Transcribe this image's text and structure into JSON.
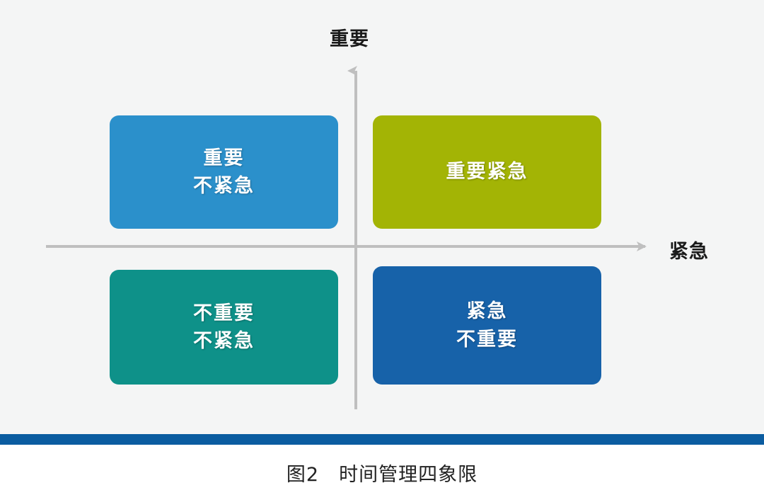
{
  "figure": {
    "background_color": "#f4f5f5",
    "caption": "图2　时间管理四象限",
    "divider_color": "#0b5ca0"
  },
  "axes": {
    "line_color": "#bfbfbf",
    "vertical_label": "重要",
    "horizontal_label": "紧急",
    "vertical_icon": "arrow-up-icon",
    "horizontal_icon": "arrow-right-icon"
  },
  "quadrants": [
    {
      "id": "important-not-urgent",
      "position": "top-left",
      "lines": [
        "重要",
        "不紧急"
      ],
      "color": "#2b90cb",
      "shadow_color": "#1d6e9f"
    },
    {
      "id": "important-urgent",
      "position": "top-right",
      "lines": [
        "重要紧急"
      ],
      "color": "#a3b405",
      "shadow_color": "#7b8804"
    },
    {
      "id": "not-important-not-urgent",
      "position": "bottom-left",
      "lines": [
        "不重要",
        "不紧急"
      ],
      "color": "#0e9189",
      "shadow_color": "#0a6c66"
    },
    {
      "id": "urgent-not-important",
      "position": "bottom-right",
      "lines": [
        "紧急",
        "不重要"
      ],
      "color": "#1762a9",
      "shadow_color": "#104a80"
    }
  ]
}
